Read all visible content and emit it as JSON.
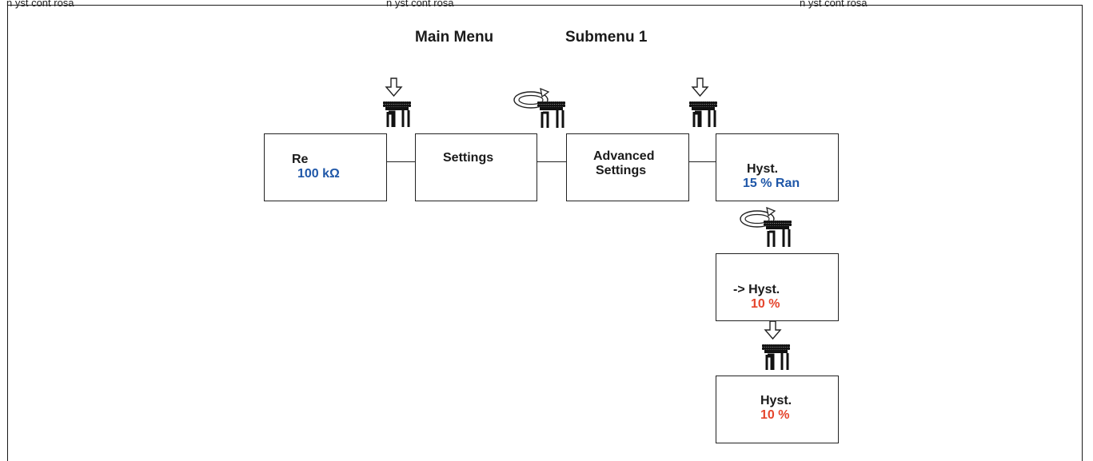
{
  "top_strip": {
    "left": "n yst cont rosa",
    "middle": "n yst cont rosa",
    "right": "n yst cont rosa"
  },
  "headings": {
    "main_menu": "Main Menu",
    "submenu": "Submenu 1"
  },
  "boxes": {
    "re": {
      "title": "Re",
      "value": "100 kΩ"
    },
    "settings": {
      "title": "Settings"
    },
    "advanced": {
      "line1": "Advanced",
      "line2": "Settings"
    },
    "hyst_current": {
      "title": "Hyst.",
      "value": "15 % Ran"
    },
    "hyst_edit": {
      "title": "-> Hyst.",
      "value": "10 %"
    },
    "hyst_saved": {
      "title": "Hyst.",
      "value": "10 %"
    }
  },
  "colors": {
    "value_blue": "#1f57a8",
    "value_red": "#e5452d",
    "line": "#222222"
  },
  "icons": [
    "press-knob-icon",
    "rotate-knob-icon"
  ]
}
